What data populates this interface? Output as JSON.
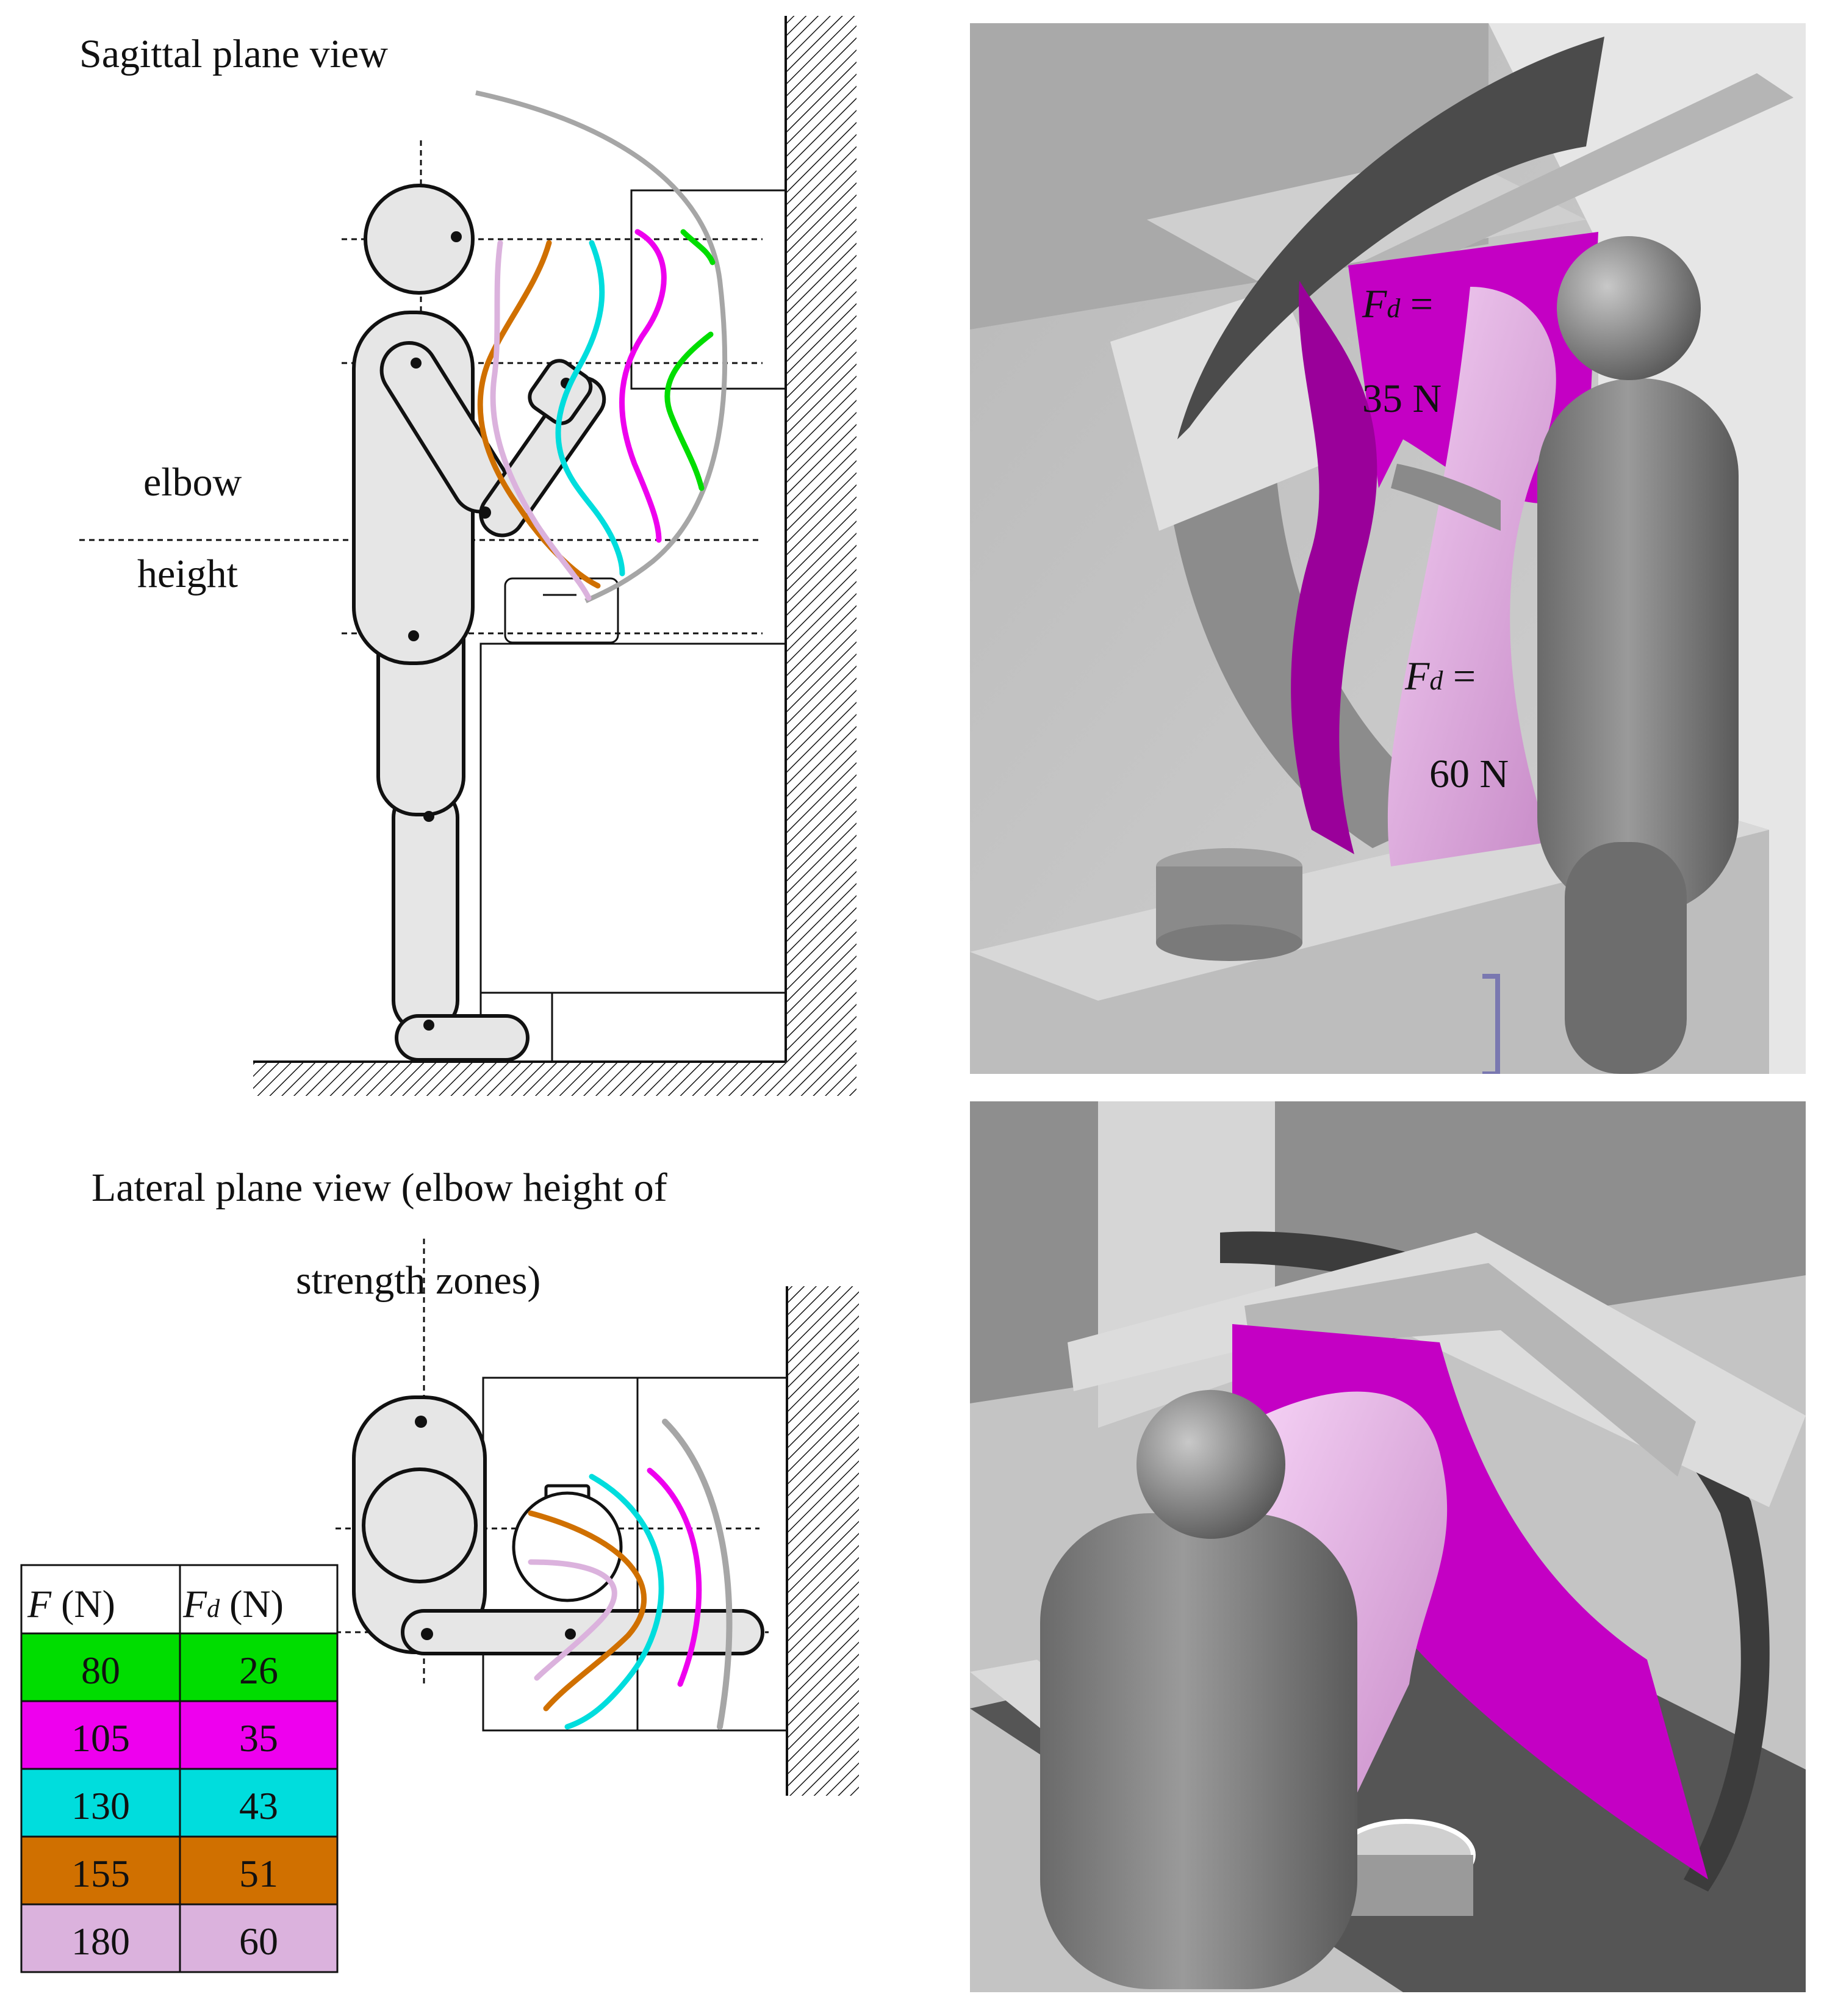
{
  "sagittal": {
    "title": "Sagittal plane view",
    "elbow_label_line1": "elbow",
    "elbow_label_line2": "height"
  },
  "lateral": {
    "title_line1": "Lateral plane view (elbow height of",
    "title_line2": "strength zones)"
  },
  "table": {
    "header_f": "F",
    "header_f_unit": " (N)",
    "header_fd": "F",
    "header_fd_sub": "d",
    "header_fd_unit": " (N)",
    "rows": [
      {
        "f": "80",
        "fd": "26",
        "color": "#00dd00"
      },
      {
        "f": "105",
        "fd": "35",
        "color": "#ee00ee"
      },
      {
        "f": "130",
        "fd": "43",
        "color": "#00dddd"
      },
      {
        "f": "155",
        "fd": "51",
        "color": "#d07000"
      },
      {
        "f": "180",
        "fd": "60",
        "color": "#dbb2dd"
      }
    ]
  },
  "render_top": {
    "label_a_symbol": "F",
    "label_a_sub": "d",
    "label_a_eq": " =",
    "label_a_value": "35 N",
    "label_b_symbol": "F",
    "label_b_sub": "d",
    "label_b_eq": " =",
    "label_b_value": "60 N"
  },
  "colors": {
    "zone_80": "#00dd00",
    "zone_105": "#ee00ee",
    "zone_130": "#00dddd",
    "zone_155": "#d07000",
    "zone_180": "#dbb2dd",
    "reach_envelope": "#a6a6a6",
    "render_magenta": "#b000b0",
    "render_pink": "#d9a0d9"
  }
}
